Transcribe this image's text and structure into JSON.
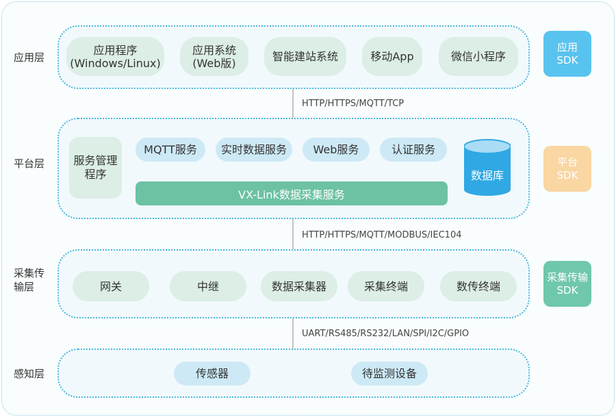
{
  "layers": {
    "app": {
      "label": "应用层",
      "items": [
        "应用程序\n(Windows/Linux)",
        "应用系统\n(Web版)",
        "智能建站系统",
        "移动App",
        "微信小程序"
      ]
    },
    "platform": {
      "label": "平台层",
      "management": "服务管理\n程序",
      "services": [
        "MQTT服务",
        "实时数据服务",
        "Web服务",
        "认证服务"
      ],
      "collector": "VX-Link数据采集服务",
      "database": "数据库"
    },
    "transport": {
      "label": "采集传\n输层",
      "items": [
        "网关",
        "中继",
        "数据采集器",
        "采集终端",
        "数传终端"
      ]
    },
    "perception": {
      "label": "感知层",
      "items": [
        "传感器",
        "待监测设备"
      ]
    }
  },
  "protocols": [
    "HTTP/HTTPS/MQTT/TCP",
    "HTTP/HTTPS/MQTT/MODBUS/IEC104",
    "UART/RS485/RS232/LAN/SPI/I2C/GPIO"
  ],
  "sdks": [
    {
      "label": "应用\nSDK",
      "color": "#59c3ef"
    },
    {
      "label": "平台\nSDK",
      "color": "#f9d6a2"
    },
    {
      "label": "采集传输\nSDK",
      "color": "#6fc7ad"
    }
  ]
}
